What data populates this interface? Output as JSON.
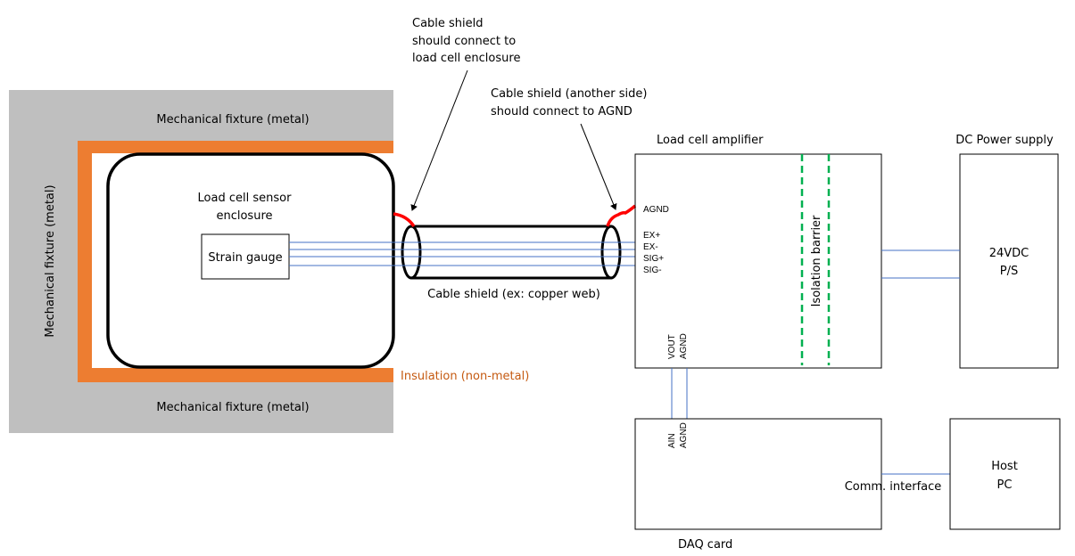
{
  "colors": {
    "fixture_gray": "#BFBFBF",
    "insulation_orange": "#ED7D31",
    "insulation_text": "#C55A11",
    "wire_blue": "#4472C4",
    "shield_red": "#FF0000",
    "barrier_green": "#00B050",
    "outline_black": "#000000"
  },
  "annotations": {
    "shield_to_enclosure": [
      "Cable shield",
      "should connect to",
      "load cell enclosure"
    ],
    "shield_to_agnd": [
      "Cable shield (another side)",
      "should connect to AGND"
    ]
  },
  "fixture": {
    "top_label": "Mechanical fixture (metal)",
    "bottom_label": "Mechanical fixture (metal)",
    "side_label": "Mechanical fixture (metal)"
  },
  "insulation": {
    "label": "Insulation (non-metal)"
  },
  "sensor": {
    "enclosure_label": [
      "Load cell sensor",
      "enclosure"
    ],
    "strain_gauge_label": "Strain gauge"
  },
  "cable": {
    "label": "Cable shield (ex: copper web)"
  },
  "amplifier": {
    "title": "Load cell amplifier",
    "pins_left": [
      "AGND",
      "EX+",
      "EX-",
      "SIG+",
      "SIG-"
    ],
    "pins_bottom": [
      "VOUT",
      "AGND"
    ],
    "barrier_label": "Isolation barrier"
  },
  "power_supply": {
    "title": "DC Power supply",
    "label": [
      "24VDC",
      "P/S"
    ]
  },
  "daq": {
    "title": "DAQ card",
    "pins_top": [
      "AIN",
      "AGND"
    ],
    "comm_label": "Comm. interface"
  },
  "host": {
    "label": [
      "Host",
      "PC"
    ]
  }
}
